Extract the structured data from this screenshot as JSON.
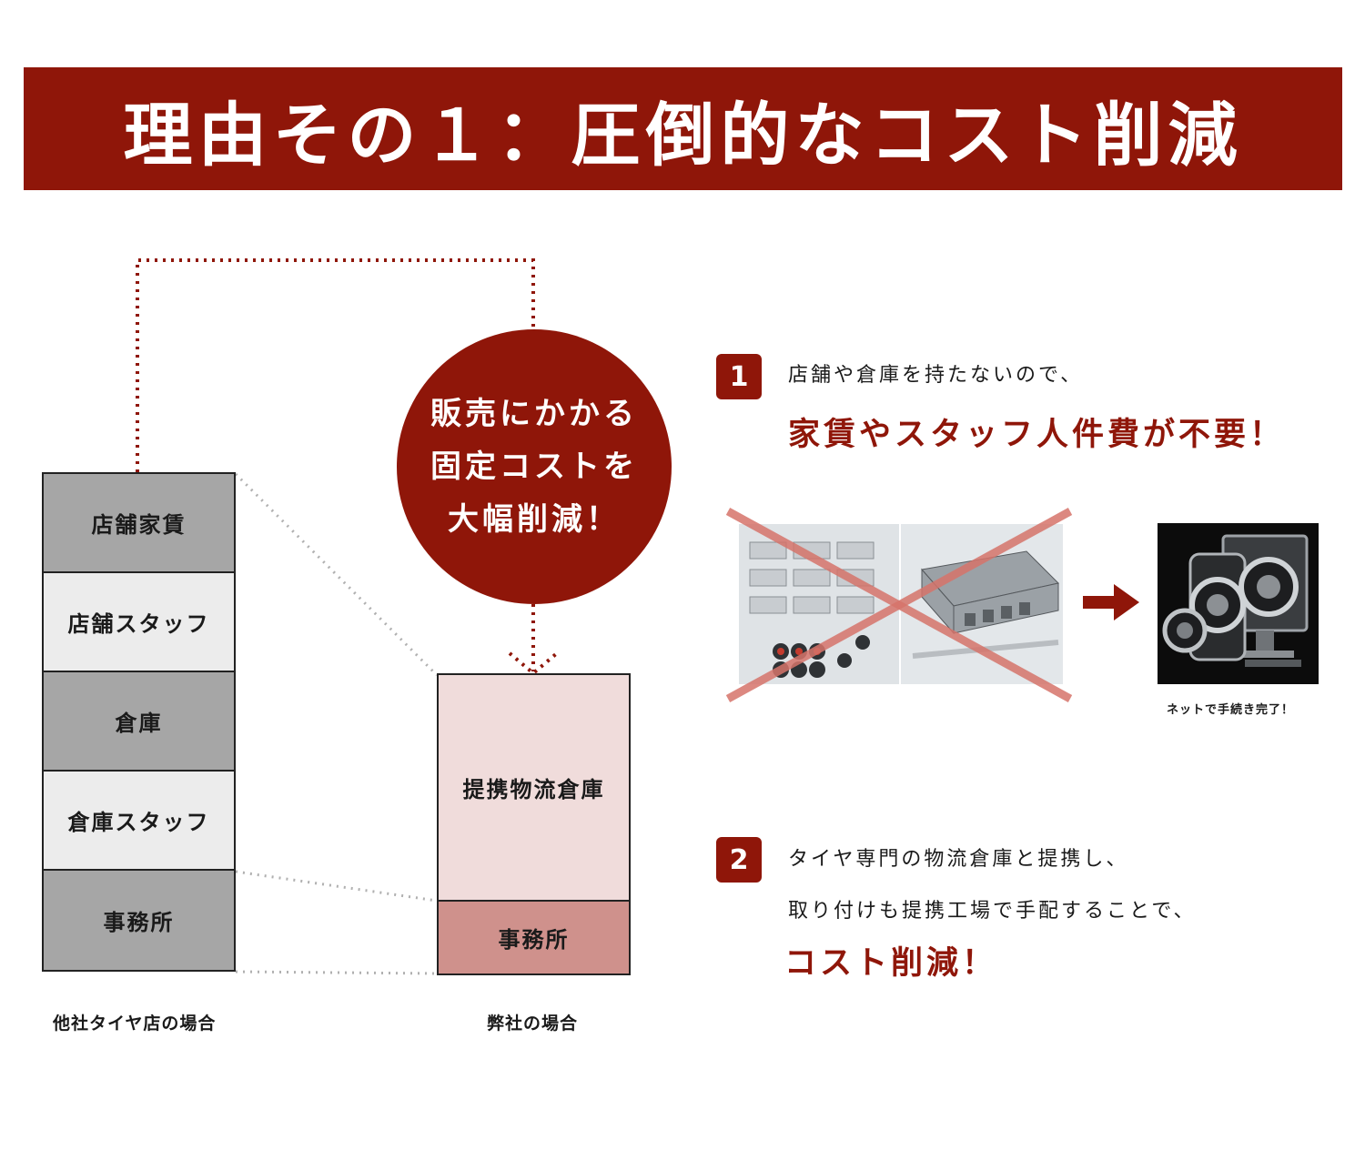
{
  "title": "理由その１：圧倒的なコスト削減",
  "other_stack": {
    "blocks": [
      "店舗家賃",
      "店舗スタッフ",
      "倉庫",
      "倉庫スタッフ",
      "事務所"
    ],
    "caption": "他社タイヤ店の場合"
  },
  "our_stack": {
    "warehouse": "提携物流倉庫",
    "office": "事務所",
    "caption": "弊社の場合"
  },
  "circle": {
    "line1": "販売にかかる",
    "line2": "固定コストを",
    "line3": "大幅削減！"
  },
  "reason1": {
    "number": "1",
    "text": "店舗や倉庫を持たないので、",
    "accent": "家賃やスタッフ人件費が不要！"
  },
  "online_caption": "ネットで手続き完了！",
  "reason2": {
    "number": "2",
    "text1": "タイヤ専門の物流倉庫と提携し、",
    "text2": "取り付けも提携工場で手配することで、",
    "accent": "コスト削減！"
  },
  "colors": {
    "brand": "#8f1609",
    "gray": "#a6a6a6",
    "light": "#ececec",
    "pink": "#f0dcdb",
    "rose": "#cf918c"
  }
}
